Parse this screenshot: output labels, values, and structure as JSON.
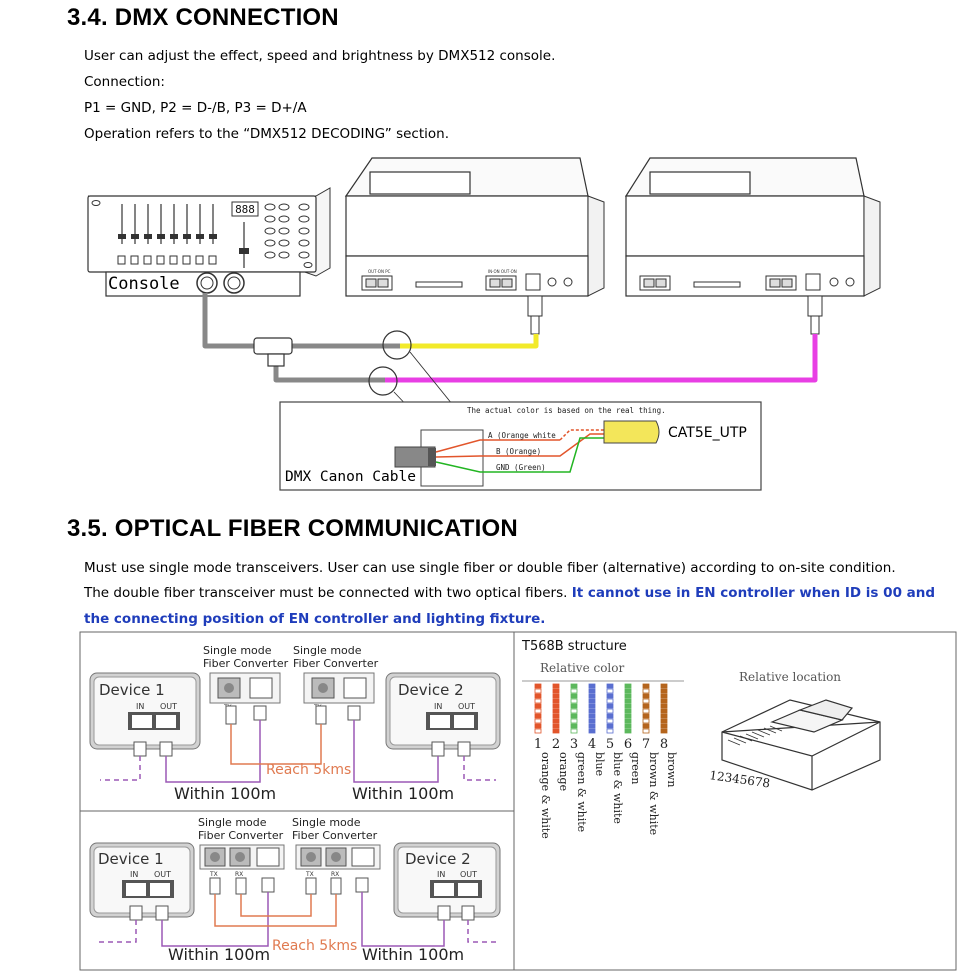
{
  "dmx": {
    "heading": "3.4. DMX CONNECTION",
    "lines": [
      "User can adjust the effect, speed and brightness by DMX512 console.",
      "Connection:",
      "P1 = GND, P2 = D-/B, P3 = D+/A",
      "Operation refers to the “DMX512 DECODING” section."
    ],
    "diagram": {
      "console_label": "Console",
      "note": "The actual color is based on the real thing.",
      "wire_a": "A (Orange white",
      "wire_b": "B (Orange)",
      "wire_gnd": "GND (Green)",
      "cable_label": "CAT5E_UTP",
      "canon_label": "DMX Canon Cable",
      "display": "888"
    }
  },
  "fiber": {
    "heading": "3.5. OPTICAL FIBER COMMUNICATION",
    "line1": "Must use single mode transceivers. User can use single fiber or double fiber (alternative) according to on-site condition.",
    "line2_plain": "The double fiber transceiver must be connected with two optical fibers. ",
    "line2_blue": "It cannot use in EN controller when ID is 00 and",
    "line3_blue": "the connecting position of EN controller and lighting fixture.",
    "colors": {
      "blue_text": "#1f3dbb",
      "fiber_orange": "#e07a50",
      "utp_purple": "#9b59b6"
    },
    "single": {
      "converter_label_1": "Single mode",
      "converter_label_2": "Fiber Converter",
      "device1": "Device 1",
      "device2": "Device 2",
      "in": "IN",
      "out": "OUT",
      "tx": "TX",
      "reach": "Reach 5kms",
      "within": "Within 100m"
    },
    "double": {
      "converter_label_1": "Single mode",
      "converter_label_2": "Fiber Converter",
      "device1": "Device 1",
      "device2": "Device 2",
      "in": "IN",
      "out": "OUT",
      "tx": "TX",
      "rx": "RX",
      "reach": "Reach 5kms",
      "within": "Within 100m"
    },
    "t568b": {
      "title": "T568B structure",
      "relative_color": "Relative color",
      "relative_location": "Relative location",
      "pin_numbers": "12345678",
      "pins": [
        {
          "n": "1",
          "name": "orange & white",
          "color": "#e2552b",
          "striped": true
        },
        {
          "n": "2",
          "name": "orange",
          "color": "#e2552b",
          "striped": false
        },
        {
          "n": "3",
          "name": "green & white",
          "color": "#5cb85c",
          "striped": true
        },
        {
          "n": "4",
          "name": "blue",
          "color": "#5a6fd0",
          "striped": false
        },
        {
          "n": "5",
          "name": "blue & white",
          "color": "#5a6fd0",
          "striped": true
        },
        {
          "n": "6",
          "name": "green",
          "color": "#5cb85c",
          "striped": false
        },
        {
          "n": "7",
          "name": "brown & white",
          "color": "#b5651d",
          "striped": true
        },
        {
          "n": "8",
          "name": "brown",
          "color": "#b5651d",
          "striped": false
        }
      ]
    }
  }
}
